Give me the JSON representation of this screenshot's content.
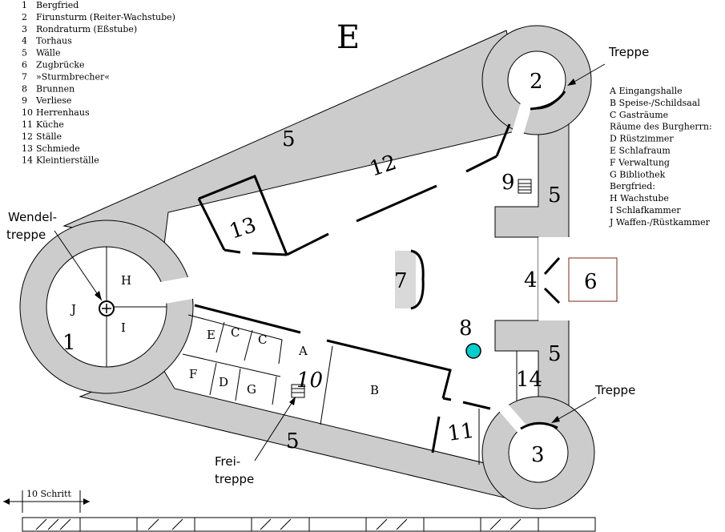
{
  "legend_left": [
    {
      "num": "1",
      "text": "Bergfried"
    },
    {
      "num": "2",
      "text": "Firunsturm (Reiter-Wachstube)"
    },
    {
      "num": "3",
      "text": "Rondraturm (Eßstube)"
    },
    {
      "num": "4",
      "text": "Torhaus"
    },
    {
      "num": "5",
      "text": "Wälle"
    },
    {
      "num": "6",
      "text": "Zugbrücke"
    },
    {
      "num": "7",
      "text": "»Sturmbrecher«"
    },
    {
      "num": "8",
      "text": "Brunnen"
    },
    {
      "num": "9",
      "text": "Verliese"
    },
    {
      "num": "10",
      "text": "Herrenhaus"
    },
    {
      "num": "11",
      "text": "Küche"
    },
    {
      "num": "12",
      "text": "Ställe"
    },
    {
      "num": "13",
      "text": "Schmiede"
    },
    {
      "num": "14",
      "text": "Kleintierställe"
    }
  ],
  "legend_right": [
    "A  Eingangshalle",
    "B  Speise-/Schildsaal",
    "C  Gasträume",
    "Räume des Burgherrn:",
    "D  Rüstzimmer",
    "E  Schlafraum",
    "F  Verwaltung",
    "G  Bibliothek",
    "Bergfried:",
    "H  Wachstube",
    "I  Schlafkammer",
    "J  Waffen-/Rüstkammer"
  ],
  "compass": "E",
  "labels": {
    "n1": "1",
    "n2": "2",
    "n3": "3",
    "n4": "4",
    "n5": "5",
    "n6": "6",
    "n7": "7",
    "n8": "8",
    "n9": "9",
    "n10": "10",
    "n11": "11",
    "n12": "12",
    "n13": "13",
    "n14": "14",
    "H": "H",
    "I": "I",
    "J": "J",
    "E": "E",
    "C": "C",
    "A": "A",
    "F": "F",
    "D": "D",
    "G": "G",
    "B": "B",
    "wendel_1": "Wendel-",
    "wendel_2": "treppe",
    "treppe": "Treppe",
    "frei_1": "Frei-",
    "frei_2": "treppe"
  },
  "scale": {
    "label": "10 Schritt"
  }
}
